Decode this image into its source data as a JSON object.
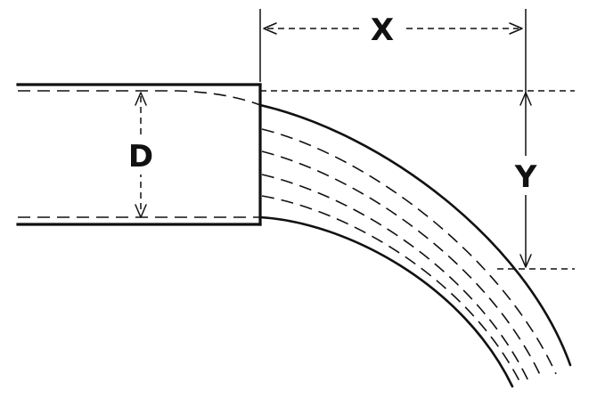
{
  "labels": {
    "diameter": "D",
    "horizontal": "X",
    "vertical": "Y"
  }
}
